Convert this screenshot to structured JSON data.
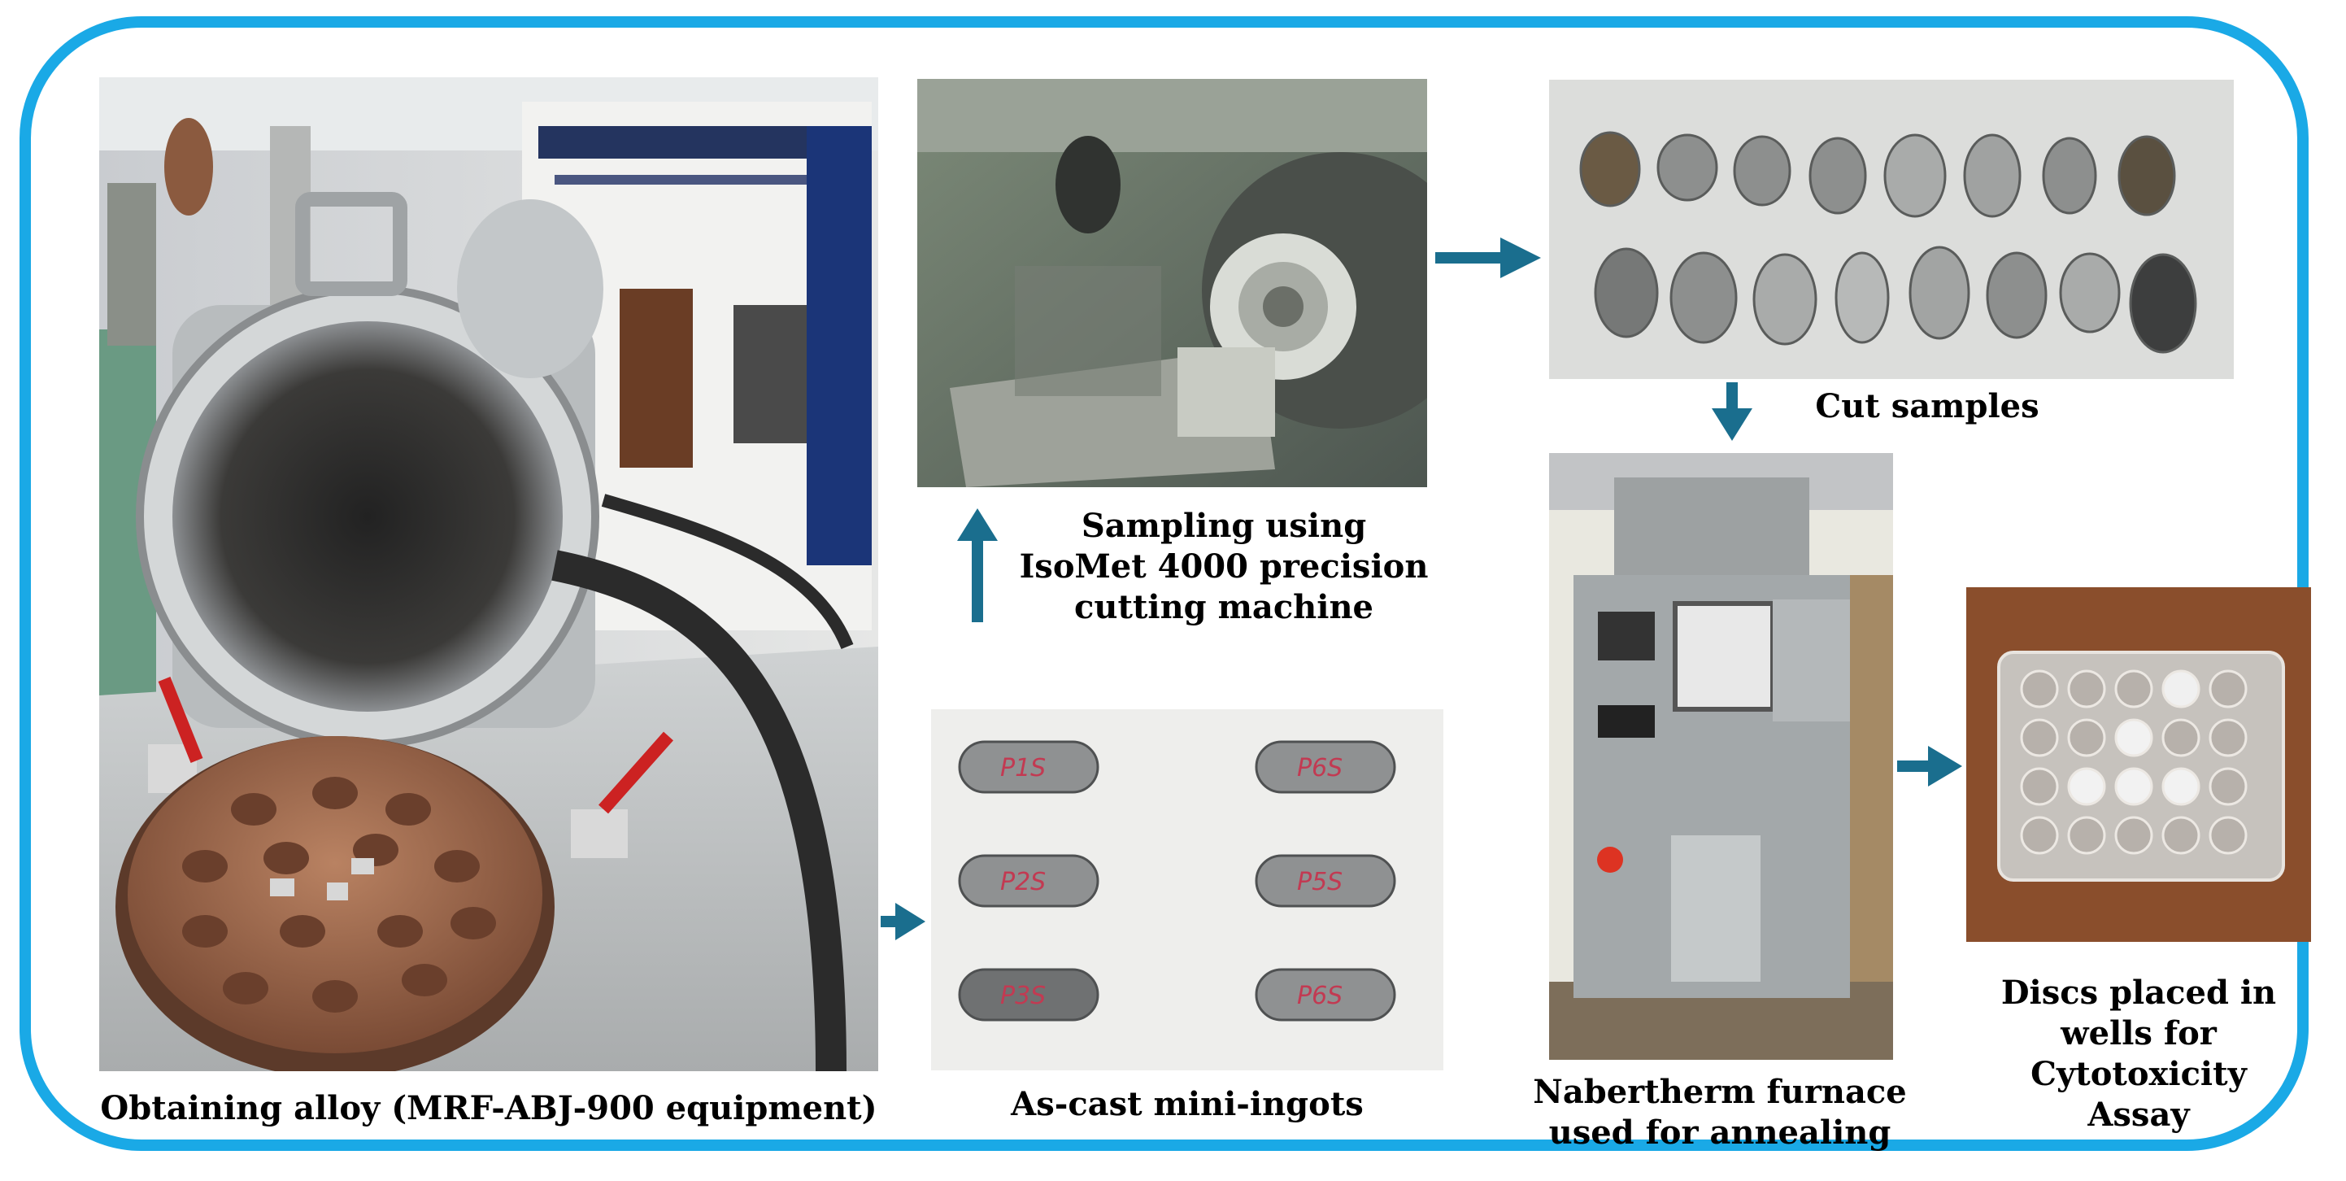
{
  "captions": {
    "alloy": "Obtaining alloy (MRF-ABJ-900 equipment)",
    "sampling_line1": "Sampling using",
    "sampling_line2": "IsoMet 4000 precision",
    "sampling_line3": "cutting machine",
    "cut": "Cut samples",
    "ingots": "As-cast mini-ingots",
    "furnace_line1": "Nabertherm furnace",
    "furnace_line2": "used for annealing",
    "discs_line1": "Discs placed in",
    "discs_line2": "wells for",
    "discs_line3": "Cytotoxicity",
    "discs_line4": "Assay"
  },
  "ingot_labels": [
    "P1S",
    "P6S",
    "P2S",
    "P5S",
    "P3S",
    "P6S"
  ],
  "colors": {
    "frame": "#1aa9e6",
    "arrow": "#1a6e8e"
  }
}
